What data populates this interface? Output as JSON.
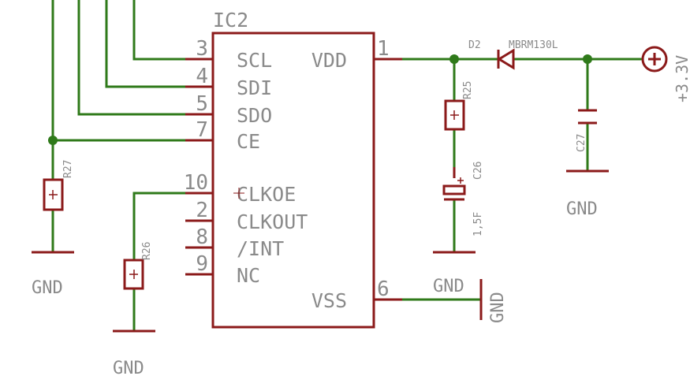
{
  "ic": {
    "name": "IC2",
    "pins_left": [
      {
        "num": "3",
        "name": "SCL"
      },
      {
        "num": "4",
        "name": "SDI"
      },
      {
        "num": "5",
        "name": "SDO"
      },
      {
        "num": "7",
        "name": "CE"
      },
      {
        "num": "10",
        "name": "CLKOE"
      },
      {
        "num": "2",
        "name": "CLKOUT"
      },
      {
        "num": "8",
        "name": "/INT"
      },
      {
        "num": "9",
        "name": "NC"
      }
    ],
    "pins_right": [
      {
        "num": "1",
        "name": "VDD"
      },
      {
        "num": "6",
        "name": "VSS"
      }
    ]
  },
  "parts": {
    "r27": "R27",
    "r26": "R26",
    "r25": "R25",
    "c26": "C26",
    "c26_value": "1,5F",
    "c27": "C27",
    "d2": "D2",
    "d2_value": "MBRM130L",
    "supply": "+3.3V"
  },
  "gnd_label": "GND",
  "colors": {
    "wire": "#2f7a1a",
    "component": "#8b1a1a",
    "text": "#8a8a8a"
  }
}
